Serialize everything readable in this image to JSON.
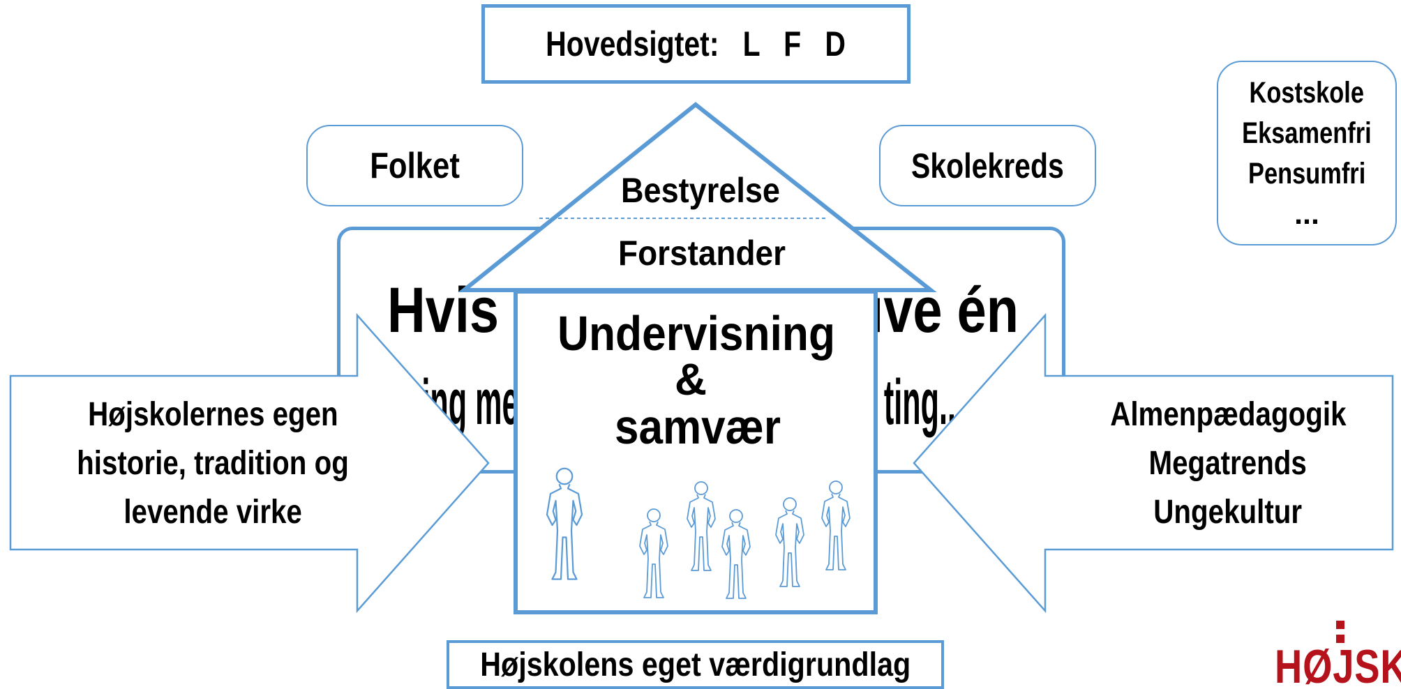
{
  "colors": {
    "stroke": "#5b9bd5",
    "brand": "#b5121b",
    "text": "#000000",
    "background": "#ffffff"
  },
  "top_box": {
    "text": "Hovedsigtet:   L   F   D"
  },
  "folket": {
    "text": "Folket"
  },
  "skolekreds": {
    "text": "Skolekreds"
  },
  "right_list": {
    "items": [
      "Kostskole",
      "Eksamenfri",
      "Pensumfri",
      "..."
    ]
  },
  "roof": {
    "upper": "Bestyrelse",
    "lower": "Forstander"
  },
  "background_text": {
    "line1": "Hvis man kun må give én",
    "line2": "ting med på vejen, skal det være ting.."
  },
  "house": {
    "line1": "Undervisning",
    "line2": "&",
    "line3": "samvær"
  },
  "left_arrow": {
    "lines": [
      "Højskolernes egen",
      "historie, tradition og",
      "levende virke"
    ]
  },
  "right_arrow": {
    "lines": [
      "Almenpædagogik",
      "Megatrends",
      "Ungekultur"
    ]
  },
  "bottom_box": {
    "text": "Højskolens eget værdigrundlag"
  },
  "logo": {
    "text": "HØJSKOLERNE"
  },
  "people_icons": [
    "person-icon",
    "person-icon",
    "person-icon",
    "person-icon",
    "person-icon",
    "person-icon"
  ]
}
